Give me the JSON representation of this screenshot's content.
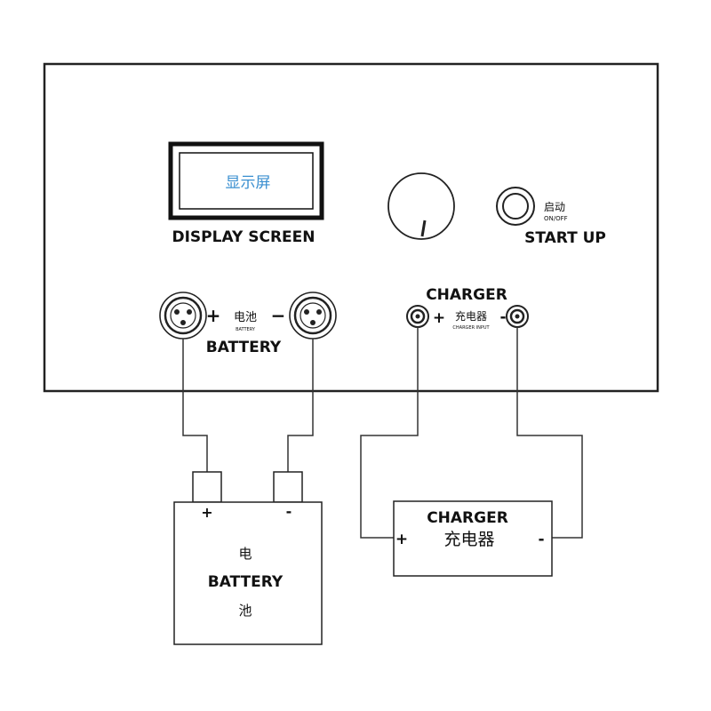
{
  "panel": {
    "display_screen_text": "显示屏",
    "display_screen_label": "DISPLAY SCREEN",
    "start_up_cn": "启动",
    "start_up_onoff": "ON/OFF",
    "start_up_label": "START UP",
    "battery_port_cn": "电池",
    "battery_port_small": "BATTERY",
    "battery_port_label": "BATTERY",
    "battery_plus": "+",
    "battery_minus": "−",
    "charger_port_title": "CHARGER",
    "charger_port_cn": "充电器",
    "charger_port_small": "CHARGER INPUT",
    "charger_plus": "+",
    "charger_minus": "-"
  },
  "battery_box": {
    "plus": "+",
    "minus": "-",
    "char_top": "电",
    "label": "BATTERY",
    "char_bottom": "池"
  },
  "charger_box": {
    "label": "CHARGER",
    "label_cn": "充电器",
    "plus": "+",
    "minus": "-"
  },
  "colors": {
    "display_text": "#3a8fd0",
    "outline": "#222222"
  }
}
